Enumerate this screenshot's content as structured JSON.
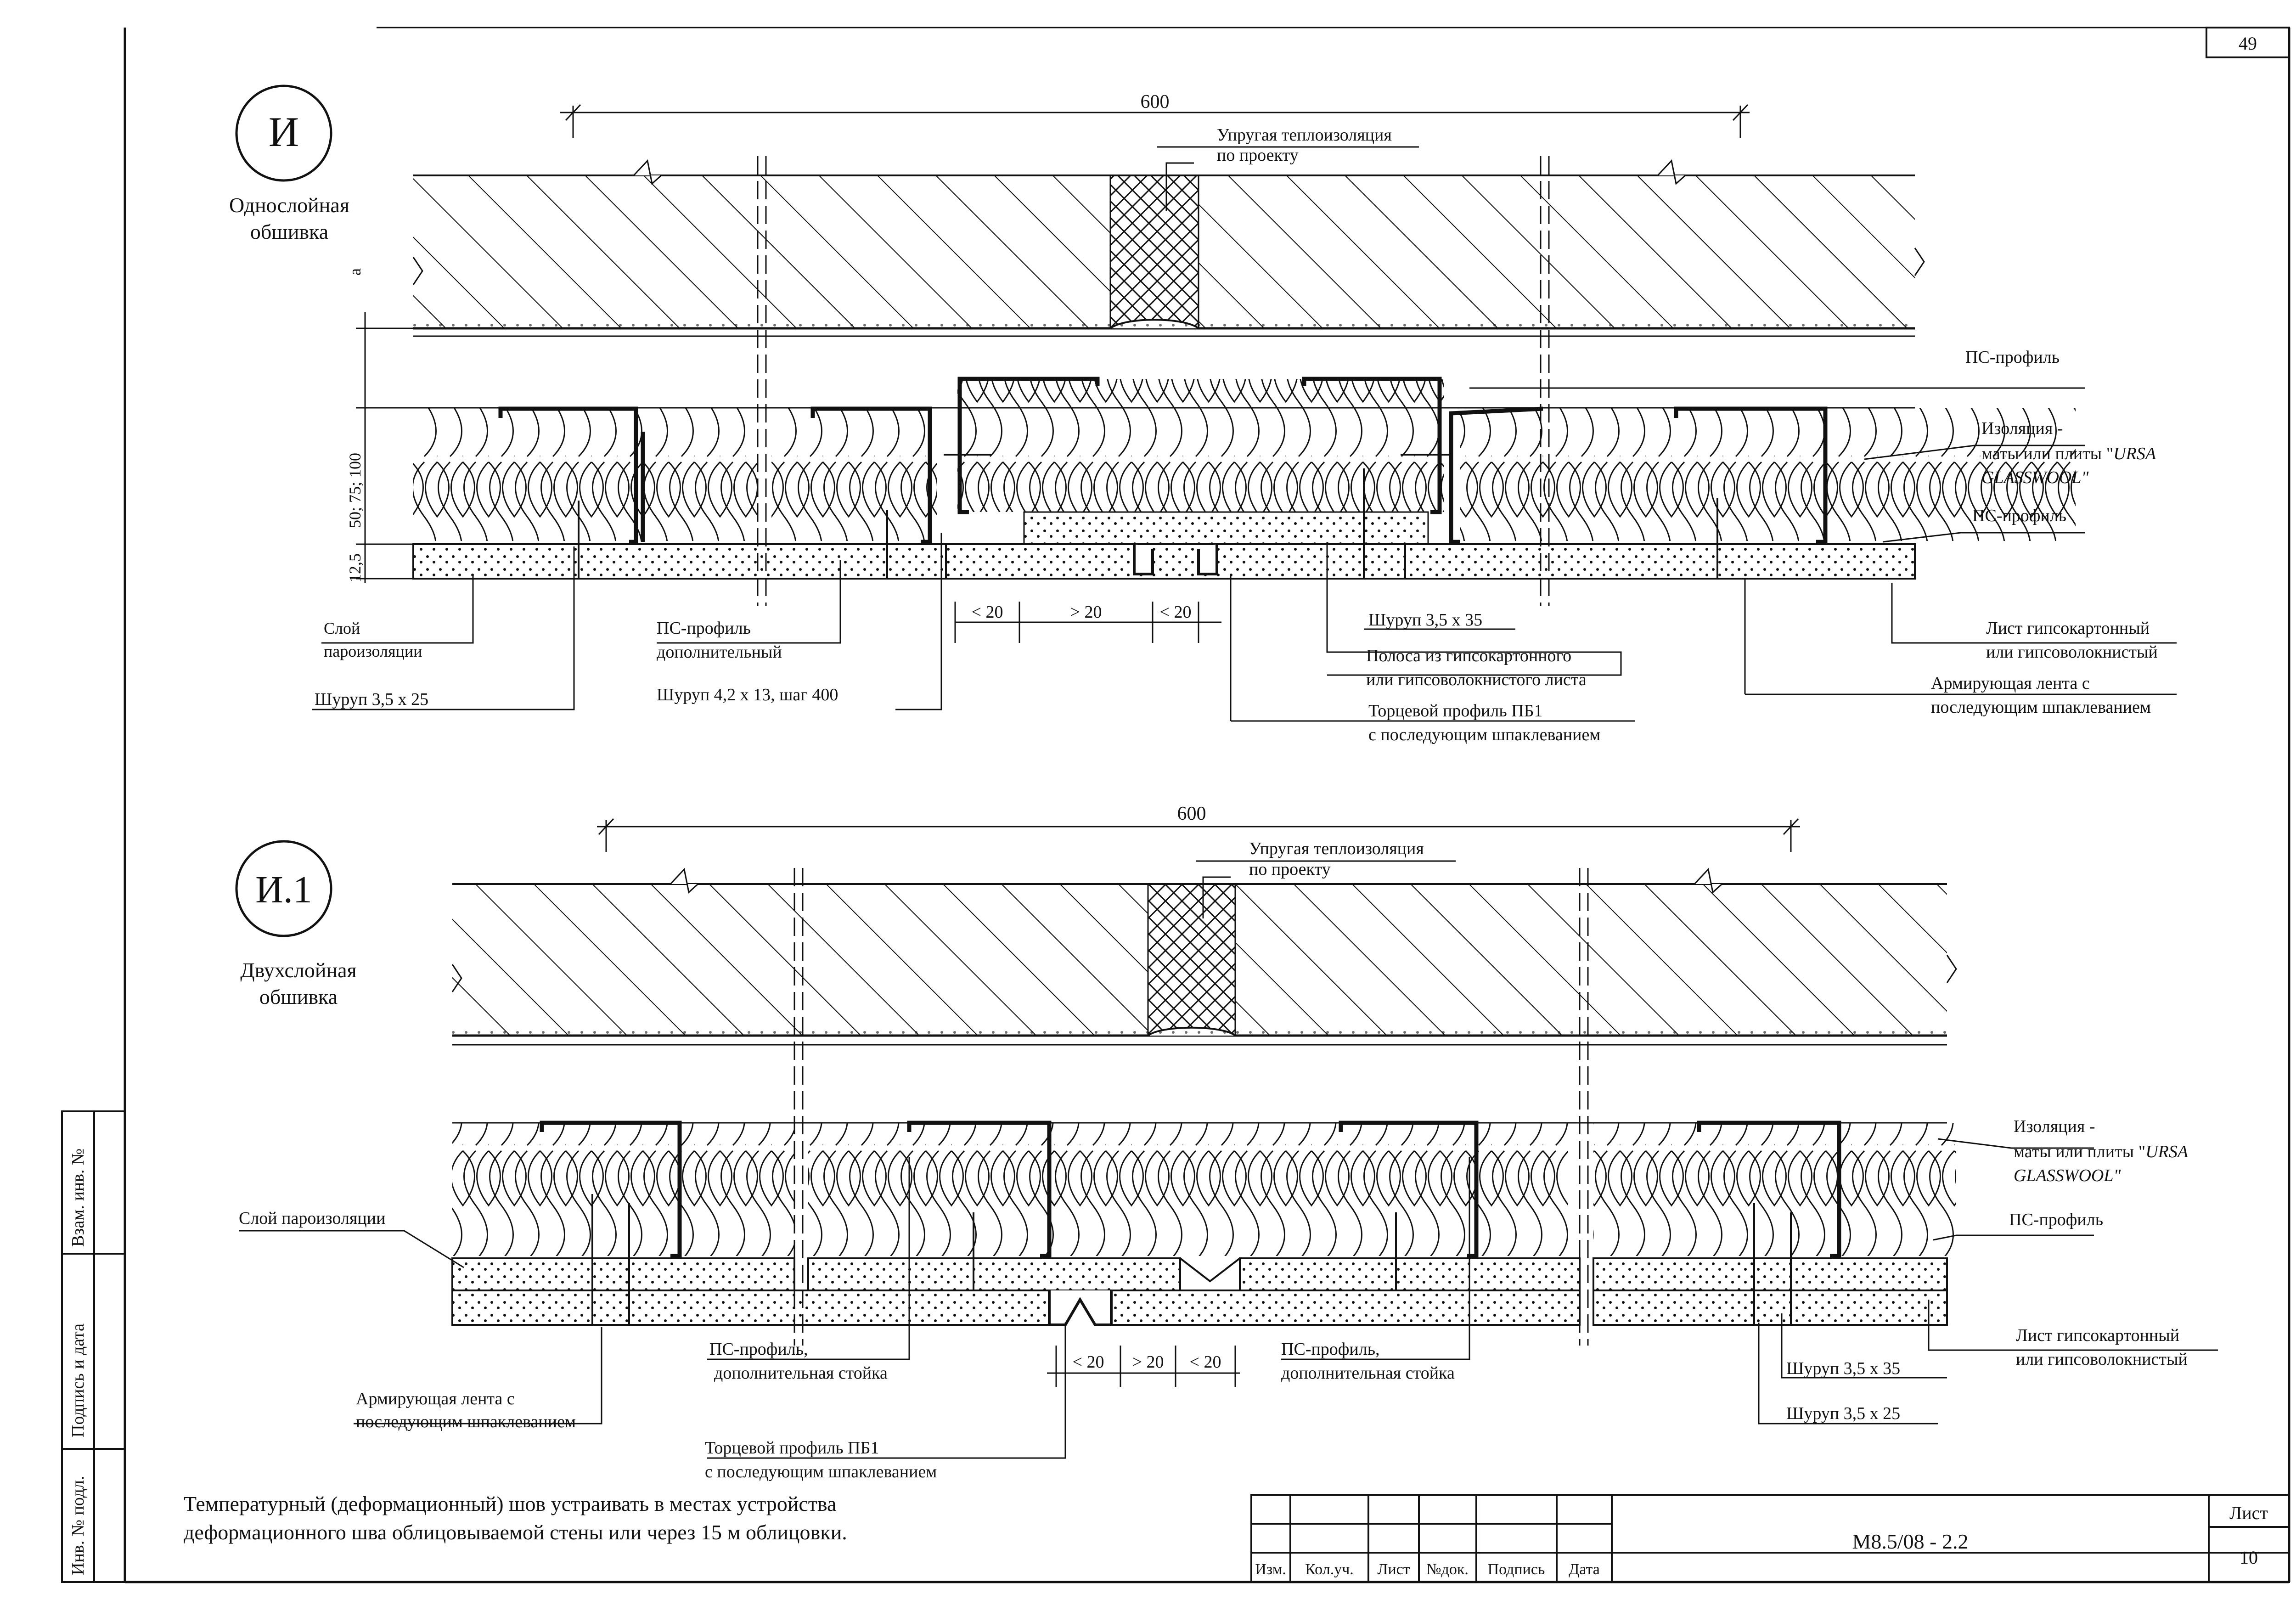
{
  "page_number": "49",
  "section_i": {
    "marker": "И",
    "title_line1": "Однослойная",
    "title_line2": "обшивка",
    "dim_600": "600",
    "insulation_line1": "Упругая теплоизоляция",
    "insulation_line2": "по проекту",
    "dim_a": "a",
    "dim_thickness": "50; 75; 100",
    "dim_12_5": "12,5",
    "ps_profile_top": "ПС-профиль",
    "insulation_mats_line1": "Изоляция -",
    "insulation_mats_line2": "маты или плиты \"",
    "insulation_mats_brand1": "URSA",
    "insulation_mats_quote_end": "\"",
    "insulation_mats_brand2": "GLASSWOOL\"",
    "ps_profile_right": "ПС-профиль",
    "vapor_line1": "Слой",
    "vapor_line2": "пароизоляции",
    "ps_extra_line1": "ПС-профиль",
    "ps_extra_line2": "дополнительный",
    "gap_lt20_left": "< 20",
    "gap_gt20": "> 20",
    "gap_lt20_right": "< 20",
    "screw_35x35": "Шуруп 3,5 х 35",
    "strip_line1": "Полоса из гипсокартонного",
    "strip_line2": "или гипсоволокнистого листа",
    "gypsum_line1": "Лист гипсокартонный",
    "gypsum_line2": "или гипсоволокнистый",
    "tape_line1": "Армирующая лента с",
    "tape_line2": "последующим шпаклеванием",
    "screw_35x25": "Шуруп 3,5 х 25",
    "screw_42x13": "Шуруп 4,2 х 13, шаг 400",
    "end_profile_line1": "Торцевой профиль ПБ1",
    "end_profile_line2": "с последующим шпаклеванием"
  },
  "section_i1": {
    "marker": "И.1",
    "title_line1": "Двухслойная",
    "title_line2": "обшивка",
    "dim_600": "600",
    "insulation_line1": "Упругая теплоизоляция",
    "insulation_line2": "по проекту",
    "insulation_mats_line1": "Изоляция -",
    "insulation_mats_line2": "маты или плиты \"",
    "insulation_mats_brand1": "URSA",
    "insulation_mats_brand2": "GLASSWOOL\"",
    "vapor": "Слой пароизоляции",
    "ps_profile_right": "ПС-профиль",
    "gypsum_line1": "Лист гипсокартонный",
    "gypsum_line2": "или гипсоволокнистый",
    "tape_line1": "Армирующая лента с",
    "tape_line2": "последующим шпаклеванием",
    "ps_post_left_line1": "ПС-профиль,",
    "ps_post_left_line2": "дополнительная стойка",
    "gap_lt20_left": "< 20",
    "gap_gt20": "> 20",
    "gap_lt20_right": "< 20",
    "ps_post_right_line1": "ПС-профиль,",
    "ps_post_right_line2": "дополнительная стойка",
    "screw_35x35": "Шуруп 3,5 х 35",
    "screw_35x25": "Шуруп 3,5 х 25",
    "end_profile_line1": "Торцевой профиль ПБ1",
    "end_profile_line2": "с последующим шпаклеванием"
  },
  "note_line1": "Температурный (деформационный) шов устраивать в местах устройства",
  "note_line2": "деформационного шва облицовываемой стены или через 15 м облицовки.",
  "side_stamp": {
    "inv_replace": "Взам. инв. №",
    "sign_date": "Подпись и дата",
    "inv_orig": "Инв. № подл."
  },
  "title_block": {
    "col_izm": "Изм.",
    "col_kol": "Кол.уч.",
    "col_list": "Лист",
    "col_ndok": "№док.",
    "col_podpis": "Подпись",
    "col_data": "Дата",
    "code": "М8.5/08 - 2.2",
    "sheet_label": "Лист",
    "sheet_number": "10"
  }
}
